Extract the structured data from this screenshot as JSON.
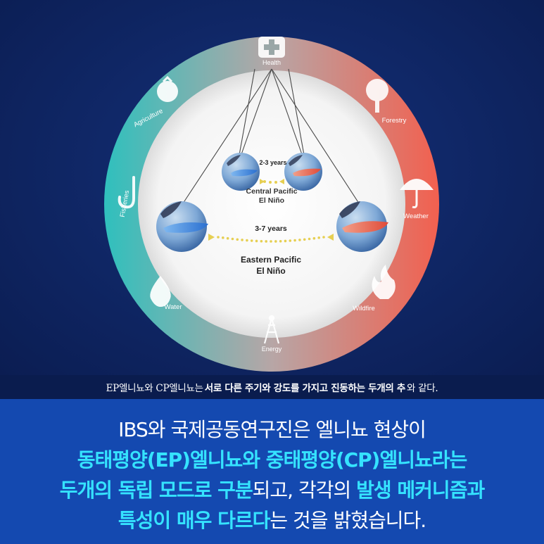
{
  "diagram": {
    "ring_labels": {
      "health": "Health",
      "forestry": "Forestry",
      "weather": "Weather",
      "wildfire": "Wildfire",
      "energy": "Energy",
      "water": "Water",
      "fisheries": "Fisheries",
      "agriculture": "Agriculture"
    },
    "central": {
      "period": "2-3 years",
      "line1": "Central Pacific",
      "line2": "El Niño"
    },
    "eastern": {
      "period": "3-7 years",
      "line1": "Eastern Pacific",
      "line2": "El Niño"
    },
    "colors": {
      "ring_left": "#3ec6c2",
      "ring_right": "#ee6a5a",
      "background": "#0f2664"
    }
  },
  "caption": {
    "pre": "EP엘니뇨와 CP엘니뇨는",
    "bold": "서로 다른 주기와 강도를 가지고 진동하는 두개의 추",
    "post": "와 같다."
  },
  "body_text": {
    "l1": "IBS와 국제공동연구진은 엘니뇨 현상이",
    "l2": "동태평양(EP)엘니뇨와 중태평양(CP)엘니뇨라는",
    "l3_a": "두개의 독립 모드로 구분",
    "l3_b": "되고, 각각의 ",
    "l3_c": "발생 메커니즘과",
    "l4_a": "특성이 매우 다르다",
    "l4_b": "는 것을 밝혔습니다."
  }
}
